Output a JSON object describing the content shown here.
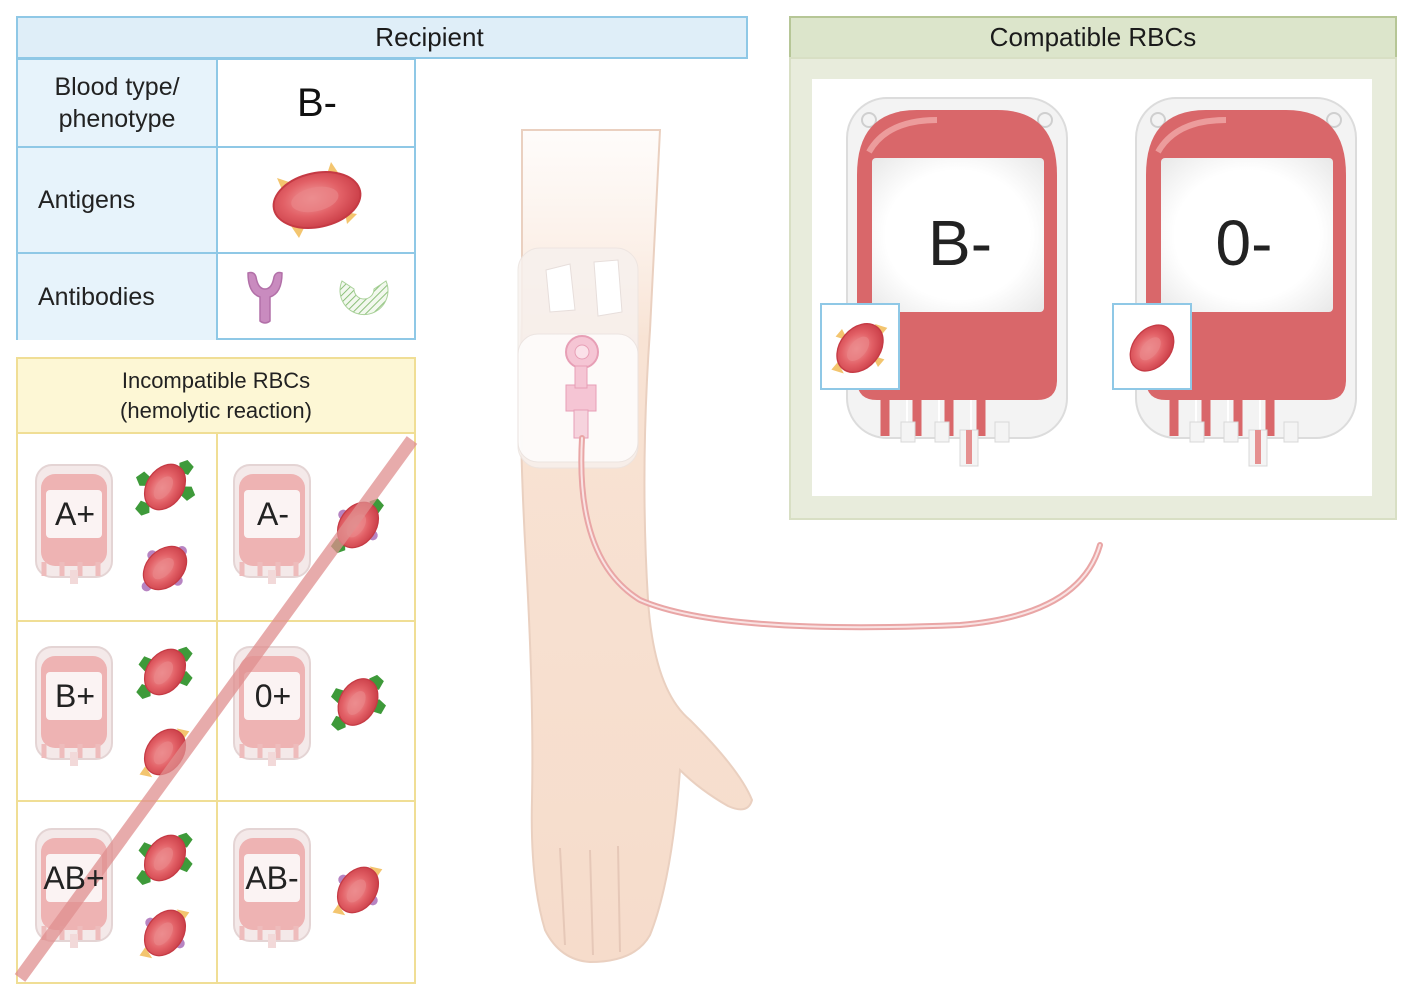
{
  "recipient": {
    "header": "Recipient",
    "rows": {
      "blood_type_label": "Blood type/ phenotype",
      "blood_type_value": "B-",
      "antigens_label": "Antigens",
      "antibodies_label": "Antibodies"
    }
  },
  "incompatible": {
    "header_line1": "Incompatible RBCs",
    "header_line2": "(hemolytic reaction)",
    "bags": [
      "A+",
      "A-",
      "B+",
      "0+",
      "AB+",
      "AB-"
    ]
  },
  "compatible": {
    "header": "Compatible RBCs",
    "bags": [
      "B-",
      "0-"
    ]
  },
  "colors": {
    "recipient_accent": "#8fc8e6",
    "compatible_accent": "#b6c696",
    "incompatible_accent": "#f0de95",
    "rbc_red": "#d9474f",
    "antigen_a_green": "#3e9a3a",
    "antigen_b_yellow": "#f3c56f",
    "rh_d_purple": "#b784c2",
    "cross_out": "#e59a9a"
  },
  "icons": [
    "red-blood-cell-icon",
    "antibody-y-icon",
    "antibody-hatched-icon",
    "blood-bag-icon",
    "arm-iv-line-icon"
  ]
}
